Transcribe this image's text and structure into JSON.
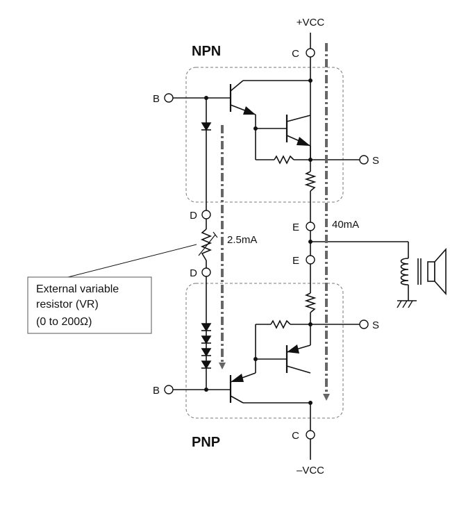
{
  "sections": {
    "npn": "NPN",
    "pnp": "PNP"
  },
  "supply": {
    "top": "+VCC",
    "bottom": "–VCC"
  },
  "pins": {
    "c_top": "C",
    "b_top": "B",
    "s_top": "S",
    "d_top": "D",
    "d_bottom": "D",
    "e_top": "E",
    "e_bottom": "E",
    "s_bottom": "S",
    "b_bottom": "B",
    "c_bottom": "C"
  },
  "currents": {
    "bias": "2.5mA",
    "output": "40mA"
  },
  "note": {
    "line1": "External variable",
    "line2": "resistor (VR)",
    "line3": "(0 to 200Ω)"
  }
}
